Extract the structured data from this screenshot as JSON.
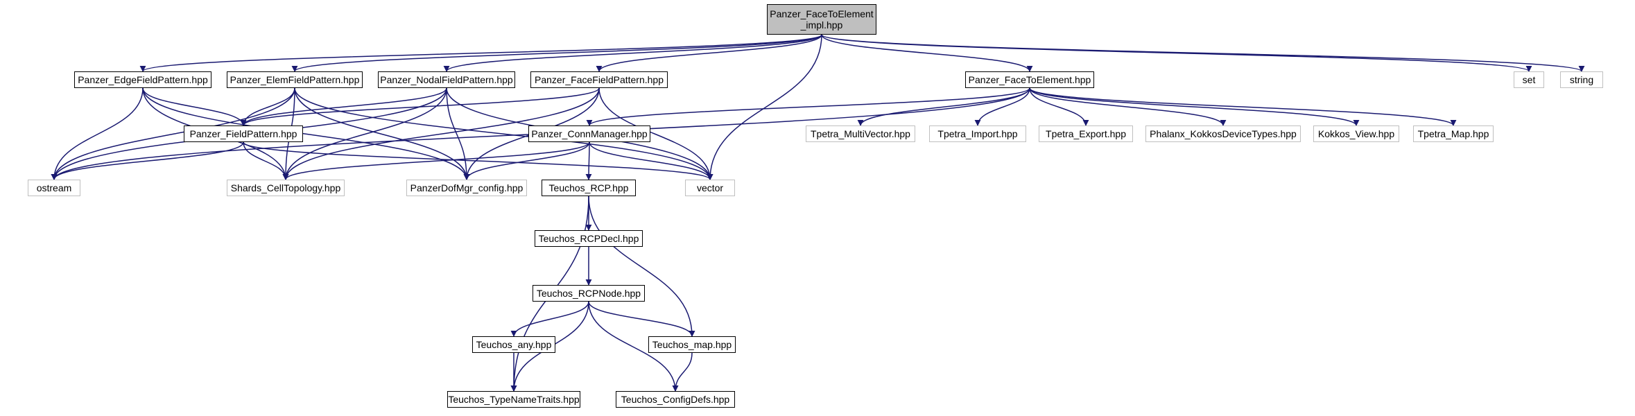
{
  "nodes": [
    {
      "id": "root",
      "label": "Panzer_FaceToElement\n_impl.hpp",
      "kind": "root"
    },
    {
      "id": "edge_fp",
      "label": "Panzer_EdgeFieldPattern.hpp",
      "kind": "internal"
    },
    {
      "id": "elem_fp",
      "label": "Panzer_ElemFieldPattern.hpp",
      "kind": "internal"
    },
    {
      "id": "nodal_fp",
      "label": "Panzer_NodalFieldPattern.hpp",
      "kind": "internal"
    },
    {
      "id": "face_fp",
      "label": "Panzer_FaceFieldPattern.hpp",
      "kind": "internal"
    },
    {
      "id": "f2e",
      "label": "Panzer_FaceToElement.hpp",
      "kind": "internal"
    },
    {
      "id": "set",
      "label": "set",
      "kind": "external"
    },
    {
      "id": "string",
      "label": "string",
      "kind": "external"
    },
    {
      "id": "field_pattern",
      "label": "Panzer_FieldPattern.hpp",
      "kind": "internal"
    },
    {
      "id": "conn_mgr",
      "label": "Panzer_ConnManager.hpp",
      "kind": "internal"
    },
    {
      "id": "tp_mv",
      "label": "Tpetra_MultiVector.hpp",
      "kind": "external"
    },
    {
      "id": "tp_import",
      "label": "Tpetra_Import.hpp",
      "kind": "external"
    },
    {
      "id": "tp_export",
      "label": "Tpetra_Export.hpp",
      "kind": "external"
    },
    {
      "id": "phalanx_kdt",
      "label": "Phalanx_KokkosDeviceTypes.hpp",
      "kind": "external"
    },
    {
      "id": "kokkos_view",
      "label": "Kokkos_View.hpp",
      "kind": "external"
    },
    {
      "id": "tp_map",
      "label": "Tpetra_Map.hpp",
      "kind": "external"
    },
    {
      "id": "ostream",
      "label": "ostream",
      "kind": "external"
    },
    {
      "id": "shards",
      "label": "Shards_CellTopology.hpp",
      "kind": "external"
    },
    {
      "id": "dofmgr_cfg",
      "label": "PanzerDofMgr_config.hpp",
      "kind": "external"
    },
    {
      "id": "vector",
      "label": "vector",
      "kind": "external"
    },
    {
      "id": "rcp",
      "label": "Teuchos_RCP.hpp",
      "kind": "internal"
    },
    {
      "id": "rcpdecl",
      "label": "Teuchos_RCPDecl.hpp",
      "kind": "internal"
    },
    {
      "id": "rcpnode",
      "label": "Teuchos_RCPNode.hpp",
      "kind": "internal"
    },
    {
      "id": "any",
      "label": "Teuchos_any.hpp",
      "kind": "internal"
    },
    {
      "id": "map",
      "label": "Teuchos_map.hpp",
      "kind": "internal"
    },
    {
      "id": "typename",
      "label": "Teuchos_TypeNameTraits.hpp",
      "kind": "internal"
    },
    {
      "id": "configdefs",
      "label": "Teuchos_ConfigDefs.hpp",
      "kind": "internal"
    }
  ],
  "edges": [
    [
      "root",
      "edge_fp"
    ],
    [
      "root",
      "elem_fp"
    ],
    [
      "root",
      "nodal_fp"
    ],
    [
      "root",
      "face_fp"
    ],
    [
      "root",
      "f2e"
    ],
    [
      "root",
      "set"
    ],
    [
      "root",
      "string"
    ],
    [
      "root",
      "vector"
    ],
    [
      "edge_fp",
      "ostream"
    ],
    [
      "edge_fp",
      "field_pattern"
    ],
    [
      "edge_fp",
      "shards"
    ],
    [
      "edge_fp",
      "dofmgr_cfg"
    ],
    [
      "elem_fp",
      "ostream"
    ],
    [
      "elem_fp",
      "field_pattern"
    ],
    [
      "elem_fp",
      "shards"
    ],
    [
      "elem_fp",
      "dofmgr_cfg"
    ],
    [
      "elem_fp",
      "vector"
    ],
    [
      "nodal_fp",
      "field_pattern"
    ],
    [
      "nodal_fp",
      "shards"
    ],
    [
      "nodal_fp",
      "dofmgr_cfg"
    ],
    [
      "nodal_fp",
      "vector"
    ],
    [
      "nodal_fp",
      "ostream"
    ],
    [
      "face_fp",
      "field_pattern"
    ],
    [
      "face_fp",
      "shards"
    ],
    [
      "face_fp",
      "dofmgr_cfg"
    ],
    [
      "face_fp",
      "vector"
    ],
    [
      "f2e",
      "conn_mgr"
    ],
    [
      "f2e",
      "ostream"
    ],
    [
      "f2e",
      "tp_mv"
    ],
    [
      "f2e",
      "tp_import"
    ],
    [
      "f2e",
      "tp_export"
    ],
    [
      "f2e",
      "phalanx_kdt"
    ],
    [
      "f2e",
      "kokkos_view"
    ],
    [
      "f2e",
      "tp_map"
    ],
    [
      "field_pattern",
      "ostream"
    ],
    [
      "field_pattern",
      "shards"
    ],
    [
      "field_pattern",
      "vector"
    ],
    [
      "conn_mgr",
      "shards"
    ],
    [
      "conn_mgr",
      "dofmgr_cfg"
    ],
    [
      "conn_mgr",
      "vector"
    ],
    [
      "conn_mgr",
      "rcp"
    ],
    [
      "rcp",
      "rcpdecl"
    ],
    [
      "rcp",
      "typename"
    ],
    [
      "rcp",
      "map"
    ],
    [
      "rcpdecl",
      "rcpnode"
    ],
    [
      "rcpnode",
      "any"
    ],
    [
      "rcpnode",
      "map"
    ],
    [
      "rcpnode",
      "typename"
    ],
    [
      "rcpnode",
      "configdefs"
    ],
    [
      "any",
      "typename"
    ],
    [
      "map",
      "configdefs"
    ]
  ]
}
